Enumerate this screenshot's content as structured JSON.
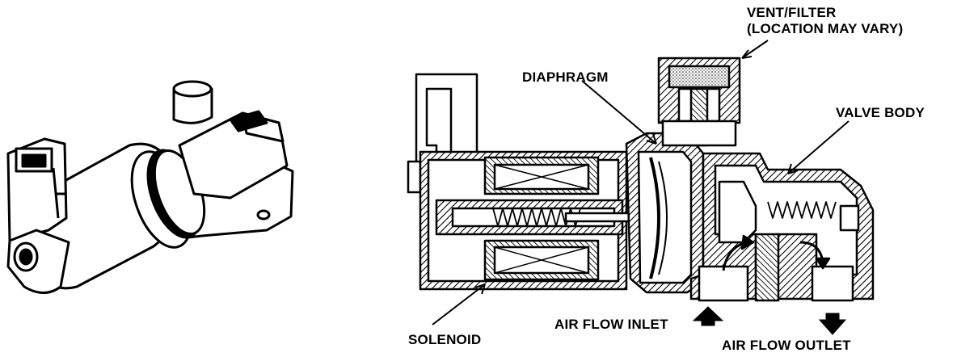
{
  "labels": {
    "vent_filter_line1": "VENT/FILTER",
    "vent_filter_line2": "(LOCATION MAY VARY)",
    "diaphragm": "DIAPHRAGM",
    "valve_body": "VALVE BODY",
    "solenoid": "SOLENOID",
    "air_flow_inlet": "AIR FLOW INLET",
    "air_flow_outlet": "AIR FLOW OUTLET"
  },
  "colors": {
    "ink": "#000000",
    "paper": "#ffffff",
    "hatch": "#000000"
  }
}
